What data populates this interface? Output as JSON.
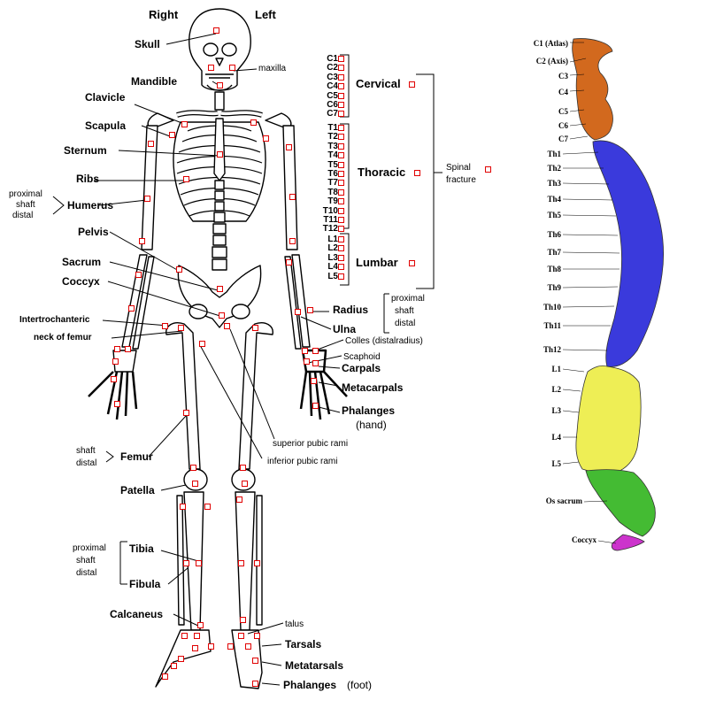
{
  "header": {
    "right": "Right",
    "left": "Left"
  },
  "labels": {
    "skull": "Skull",
    "maxilla": "maxilla",
    "mandible": "Mandible",
    "clavicle": "Clavicle",
    "scapula": "Scapula",
    "sternum": "Sternum",
    "ribs": "Ribs",
    "humerus": "Humerus",
    "pelvis": "Pelvis",
    "sacrum": "Sacrum",
    "coccyx": "Coccyx",
    "intertrochanteric": "Intertrochanteric",
    "neck_of_femur": "neck of femur",
    "radius": "Radius",
    "ulna": "Ulna",
    "colles": "Colles (distalradius)",
    "scaphoid": "Scaphoid",
    "carpals": "Carpals",
    "metacarpals": "Metacarpals",
    "phalanges_hand": "Phalanges",
    "phalanges_hand_sub": "(hand)",
    "superior_pubic_rami": "superior pubic rami",
    "inferior_pubic_rami": "inferior pubic rami",
    "femur": "Femur",
    "patella": "Patella",
    "tibia": "Tibia",
    "fibula": "Fibula",
    "calcaneus": "Calcaneus",
    "talus": "talus",
    "tarsals": "Tarsals",
    "metatarsals": "Metatarsals",
    "phalanges_foot": "Phalanges",
    "phalanges_foot_sub": "(foot)",
    "cervical": "Cervical",
    "thoracic": "Thoracic",
    "lumbar": "Lumbar",
    "spinal_fracture_1": "Spinal",
    "spinal_fracture_2": "fracture"
  },
  "sub_labels": {
    "humerus": [
      "proximal",
      "shaft",
      "distal"
    ],
    "radius": [
      "proximal",
      "shaft",
      "distal"
    ],
    "femur": [
      "shaft",
      "distal"
    ],
    "tibia": [
      "proximal",
      "shaft",
      "distal"
    ]
  },
  "vertebrae": {
    "cervical": [
      "C1",
      "C2",
      "C3",
      "C4",
      "C5",
      "C6",
      "C7"
    ],
    "thoracic": [
      "T1",
      "T2",
      "T3",
      "T4",
      "T5",
      "T6",
      "T7",
      "T8",
      "T9",
      "T10",
      "T11",
      "T12"
    ],
    "lumbar": [
      "L1",
      "L2",
      "L3",
      "L4",
      "L5"
    ]
  },
  "spine_labels": {
    "cervical": [
      "C1 (Atlas)",
      "C2 (Axis)",
      "C3",
      "C4",
      "C5",
      "C6",
      "C7"
    ],
    "thoracic": [
      "Th1",
      "Th2",
      "Th3",
      "Th4",
      "Th5",
      "Th6",
      "Th7",
      "Th8",
      "Th9",
      "Th10",
      "Th11",
      "Th12"
    ],
    "lumbar": [
      "L1",
      "L2",
      "L3",
      "L4",
      "L5"
    ],
    "sacrum": "Os sacrum",
    "coccyx": "Coccyx"
  },
  "colors": {
    "marker": "#e00000",
    "cervical": "#d2691e",
    "thoracic": "#3a3adc",
    "lumbar": "#eeee55",
    "sacrum": "#44bb33",
    "coccyx": "#cc33cc"
  }
}
